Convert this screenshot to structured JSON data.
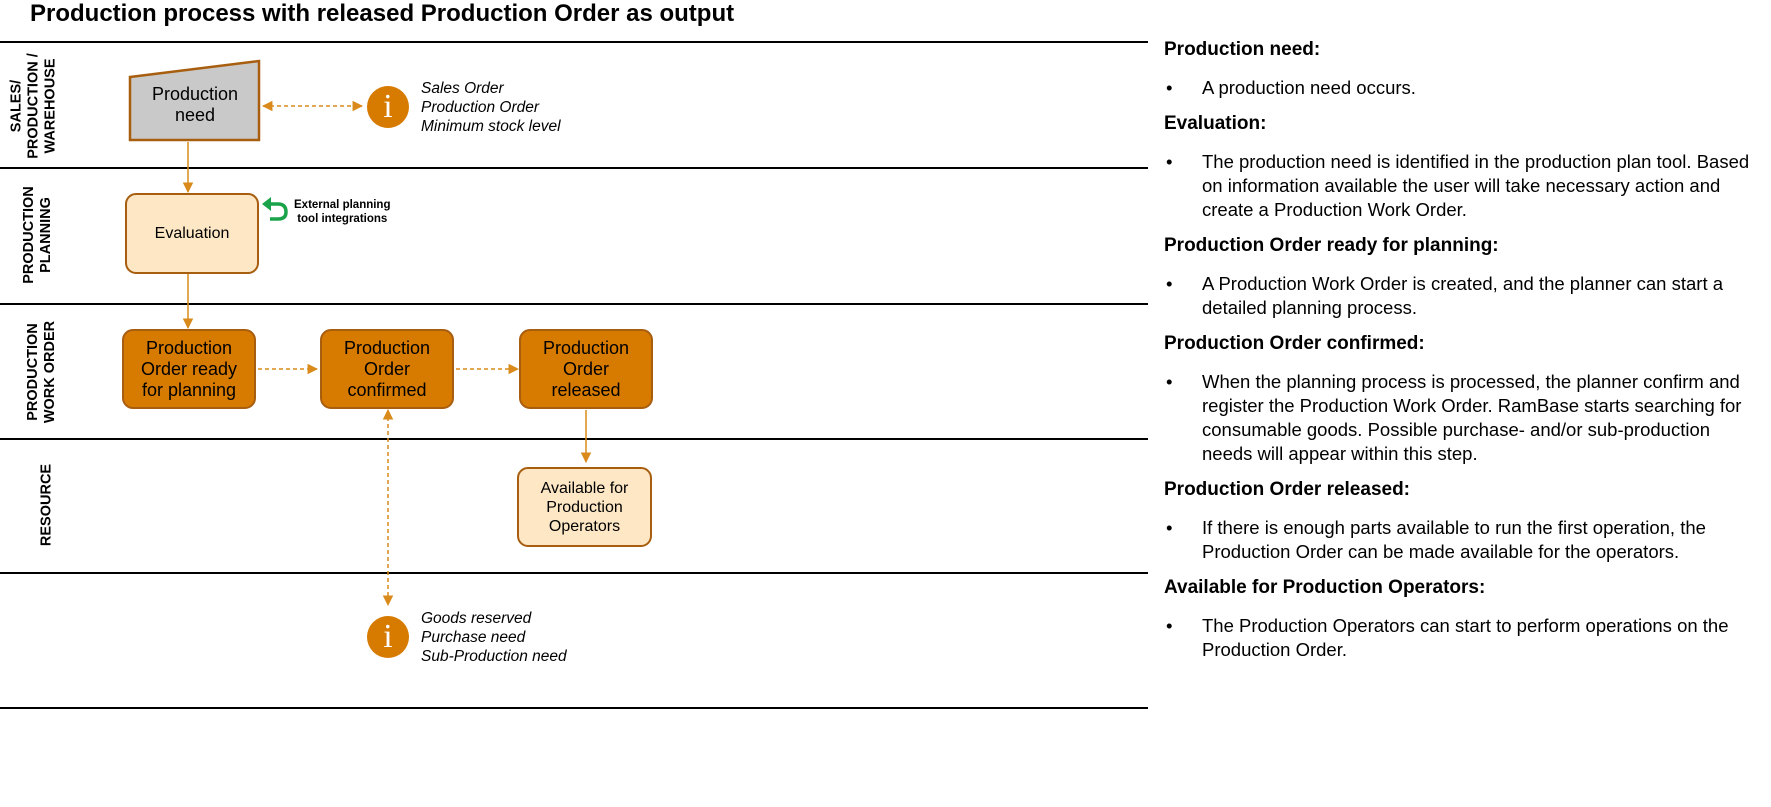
{
  "title": "Production process with released Production Order as output",
  "lanes": [
    {
      "label_lines": [
        "SALES/",
        "PRODUCTION /",
        "WAREHOUSE"
      ]
    },
    {
      "label_lines": [
        "PRODUCTION",
        "PLANNING"
      ]
    },
    {
      "label_lines": [
        "PRODUCTION",
        "WORK ORDER"
      ]
    },
    {
      "label_lines": [
        "RESOURCE"
      ]
    }
  ],
  "nodes": {
    "production_need": {
      "lines": [
        "Production",
        "need"
      ]
    },
    "evaluation": {
      "lines": [
        "Evaluation"
      ]
    },
    "po_ready": {
      "lines": [
        "Production",
        "Order ready",
        "for planning"
      ]
    },
    "po_confirmed": {
      "lines": [
        "Production",
        "Order",
        "confirmed"
      ]
    },
    "po_released": {
      "lines": [
        "Production",
        "Order",
        "released"
      ]
    },
    "available": {
      "lines": [
        "Available for",
        "Production",
        "Operators"
      ]
    }
  },
  "info_top": {
    "lines": [
      "Sales Order",
      "Production Order",
      "Minimum stock level"
    ]
  },
  "info_bottom": {
    "lines": [
      "Goods reserved",
      "Purchase need",
      "Sub-Production need"
    ]
  },
  "external": {
    "lines": [
      "External planning",
      "tool integrations"
    ]
  },
  "info_icon_glyph": "i",
  "bullet_glyph": "•",
  "colors": {
    "dark_box": "#d77a00",
    "light_box": "#fde7c5",
    "border": "#a85e0f",
    "arrow": "#d98a1a",
    "gray_box": "#c9c9c9",
    "green_icon": "#1aa34a"
  },
  "descriptions": [
    {
      "title": "Production need:",
      "text": "A production need occurs."
    },
    {
      "title": "Evaluation:",
      "text": "The production need is identified in the production plan tool. Based on information available the user will take necessary action and create a Production Work Order."
    },
    {
      "title": "Production Order ready for planning:",
      "text": "A Production Work Order is created, and the planner can start a detailed planning process."
    },
    {
      "title": "Production Order confirmed:",
      "text": "When the planning process is processed, the planner confirm and register the Production Work Order. RamBase starts searching for consumable goods. Possible purchase- and/or sub-production needs will appear within this step."
    },
    {
      "title": "Production Order released:",
      "text": "If there is enough parts available to run the first operation, the Production Order can be made available for the operators."
    },
    {
      "title": "Available for Production Operators:",
      "text": "The Production Operators can start to perform operations on the Production Order."
    }
  ]
}
